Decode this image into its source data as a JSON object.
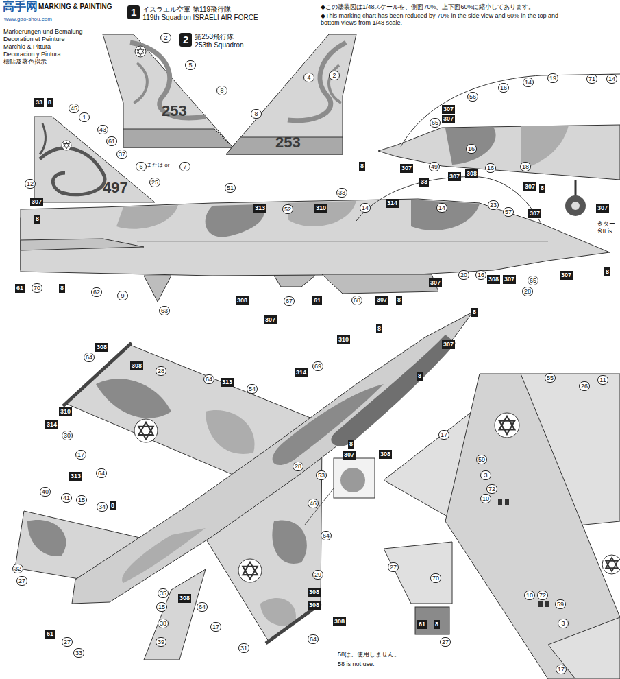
{
  "diagram": {
    "nodes": [
      {
        "text": [
          "1",
          "イスラエル空軍 第119飛行隊",
          "119th Squadron ISRAELI AIR FORCE"
        ]
      },
      {
        "text": [
          "2",
          "第253飛行隊",
          "253th Squadron"
        ]
      }
    ],
    "labels": [
      "高手网",
      "www.gao-shou.com",
      "MARKING & PAINTING",
      "Markierungen und Bemalung",
      "Decoration et Peinture",
      "Marchio & Pittura",
      "Decoracion y Pintura",
      "標貼及著色指示",
      "◆この塗装図は1/48スケールを、側面70%、上下面60%に縮小してあります。",
      "◆This marking chart has been reduced by 70% in the side view and 60% in the top and bottom views from 1/48 scale.",
      "253",
      "253",
      "497",
      "2",
      "5",
      "8",
      "33",
      "8",
      "45",
      "1",
      "43",
      "61",
      "37",
      "12",
      "6",
      "または or",
      "7",
      "25",
      "2",
      "4",
      "8",
      "307",
      "8",
      "51",
      "313",
      "52",
      "310",
      "33",
      "314",
      "33",
      "14",
      "14",
      "23",
      "57",
      "307",
      "61",
      "70",
      "8",
      "62",
      "9",
      "63",
      "308",
      "67",
      "61",
      "68",
      "307",
      "8",
      "307",
      "20",
      "16",
      "308",
      "307",
      "65",
      "28",
      "307",
      "8",
      "16",
      "14",
      "19",
      "71",
      "14",
      "56",
      "307",
      "307",
      "65",
      "8",
      "307",
      "49",
      "307",
      "308",
      "16",
      "18",
      "16",
      "307",
      "8",
      "307",
      "※ター",
      "※It is",
      "307",
      "8",
      "8",
      "310",
      "307",
      "8",
      "308",
      "64",
      "308",
      "28",
      "64",
      "313",
      "69",
      "314",
      "54",
      "310",
      "314",
      "30",
      "17",
      "313",
      "64",
      "8",
      "307",
      "308",
      "28",
      "53",
      "46",
      "40",
      "41",
      "15",
      "34",
      "8",
      "64",
      "29",
      "308",
      "308",
      "308",
      "64",
      "32",
      "27",
      "35",
      "308",
      "15",
      "64",
      "38",
      "17",
      "61",
      "27",
      "33",
      "39",
      "31",
      "58は、使用しません。",
      "58 is not use.",
      "55",
      "26",
      "11",
      "17",
      "59",
      "3",
      "72",
      "10",
      "27",
      "70",
      "61",
      "8",
      "27",
      "10",
      "72",
      "59",
      "3",
      "17"
    ]
  }
}
